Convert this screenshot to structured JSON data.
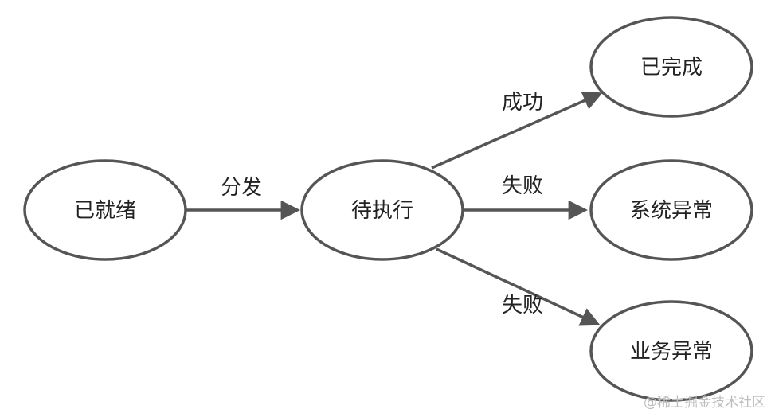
{
  "nodes": {
    "ready": "已就绪",
    "pending": "待执行",
    "completed": "已完成",
    "system_error": "系统异常",
    "business_error": "业务异常"
  },
  "edges": {
    "dispatch": "分发",
    "success": "成功",
    "fail_system": "失败",
    "fail_business": "失败"
  },
  "watermark": "@稀土掘金技术社区",
  "colors": {
    "stroke": "#555555",
    "text": "#222222",
    "watermark": "#bdbdbd",
    "background": "#ffffff"
  }
}
